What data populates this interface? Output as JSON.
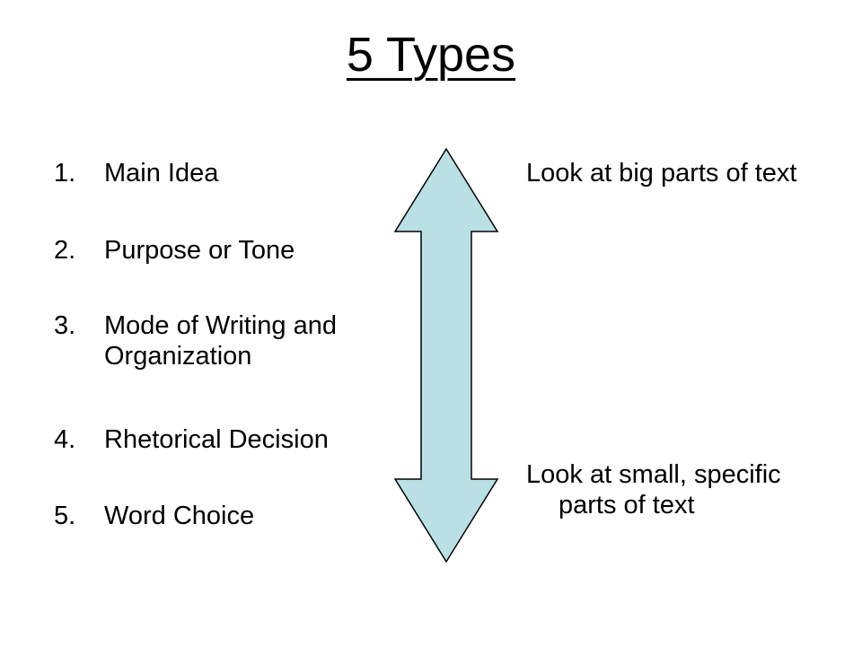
{
  "slide": {
    "title": "5 Types",
    "list": [
      {
        "number": "1.",
        "label": "Main Idea"
      },
      {
        "number": "2.",
        "label": "Purpose or Tone"
      },
      {
        "number": "3.",
        "label": "Mode of Writing and Organization"
      },
      {
        "number": "4.",
        "label": "Rhetorical Decision"
      },
      {
        "number": "5.",
        "label": "Word Choice"
      }
    ],
    "notes": {
      "top": "Look at big parts of text",
      "bottom": "Look at small, specific parts of text"
    },
    "arrow": {
      "icon": "double-headed-vertical-arrow-icon",
      "fill_color": "#b9e0e5",
      "stroke_color": "#000000"
    }
  }
}
